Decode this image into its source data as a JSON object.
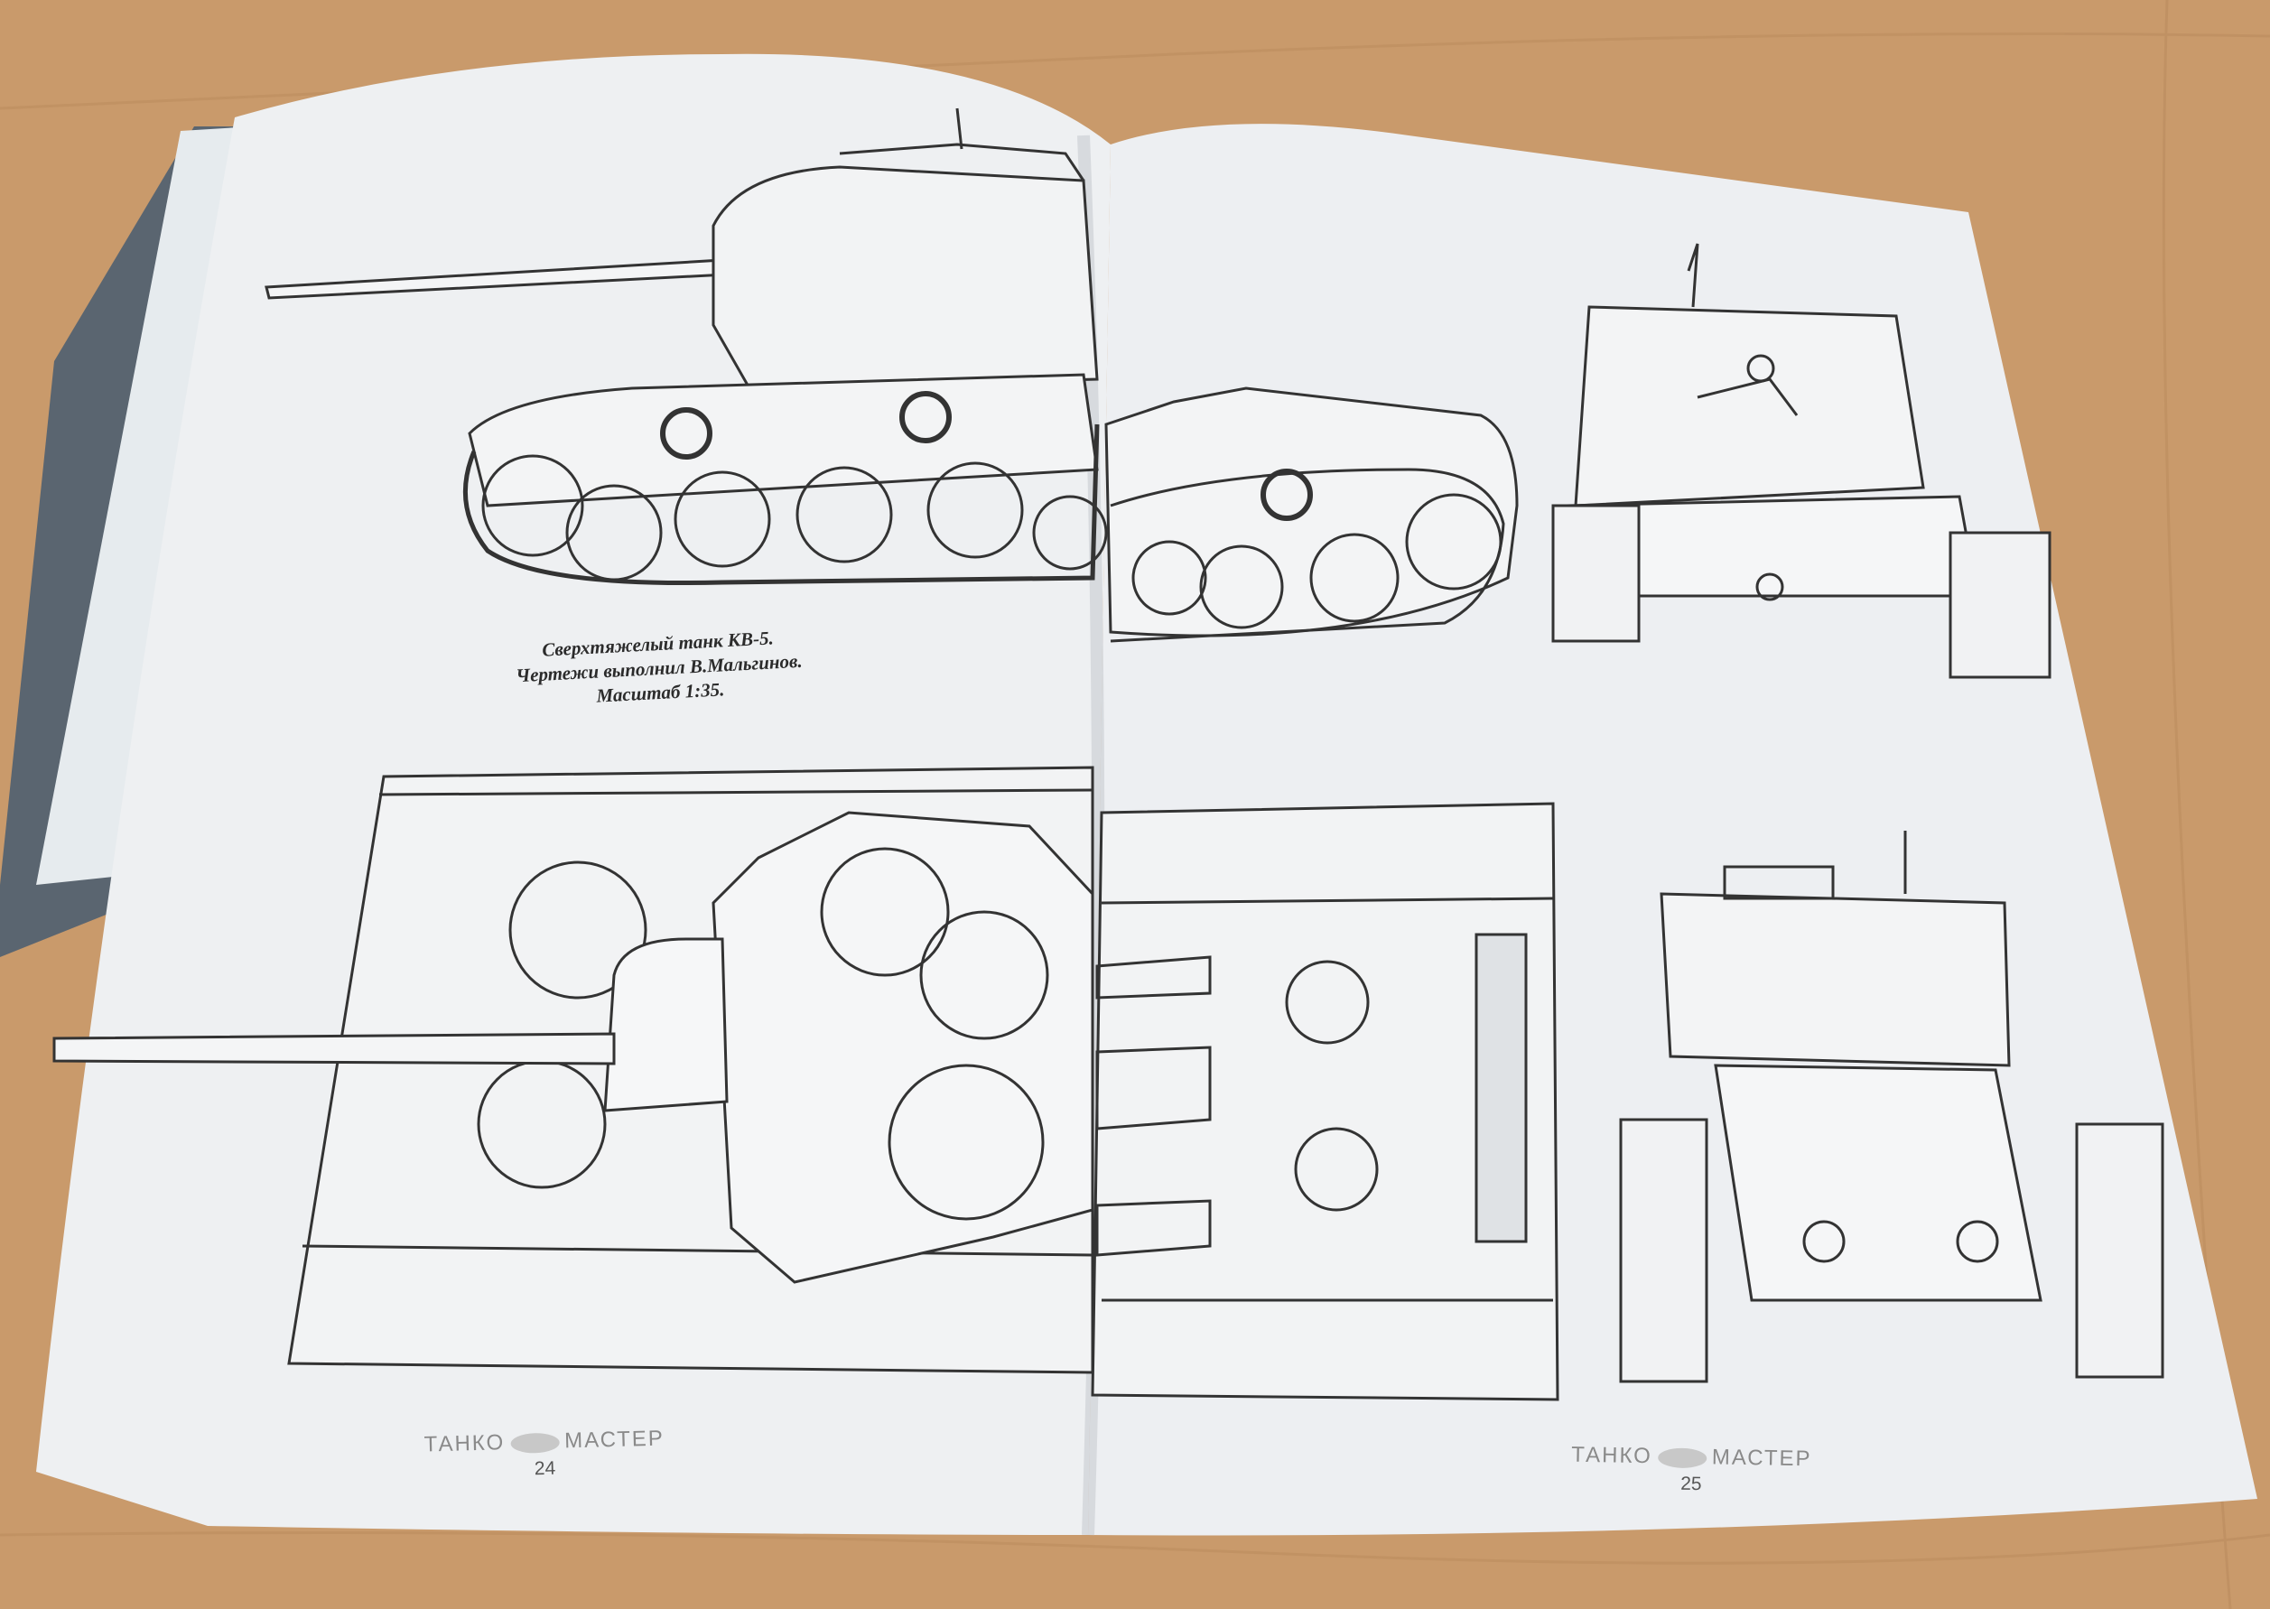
{
  "caption": {
    "line1": "Сверхтяжелый танк КВ-5.",
    "line2": "Чертежи выполнил В.Мальгинов.",
    "line3": "Масштаб 1:35."
  },
  "footer_left": {
    "brand_left": "ТАНКО",
    "brand_right": "МАСТЕР",
    "page": "24"
  },
  "footer_right": {
    "brand_left": "ТАНКО",
    "brand_right": "МАСТЕР",
    "page": "25"
  },
  "colors": {
    "table": "#c99a6b",
    "page": "#eef0f2",
    "line": "#3a3a3a"
  }
}
